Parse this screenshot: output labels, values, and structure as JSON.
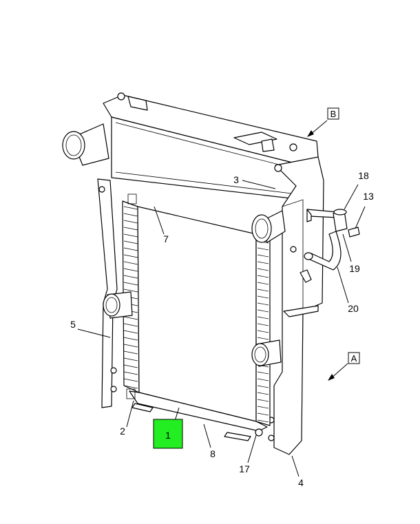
{
  "diagram": {
    "callouts": {
      "c1": "1",
      "c2": "2",
      "c3": "3",
      "c4": "4",
      "c5": "5",
      "c7": "7",
      "c8": "8",
      "c13": "13",
      "c17": "17",
      "c18": "18",
      "c19": "19",
      "c20": "20"
    },
    "view_markers": {
      "a": "A",
      "b": "B"
    },
    "highlight_color": "#22ee22"
  }
}
